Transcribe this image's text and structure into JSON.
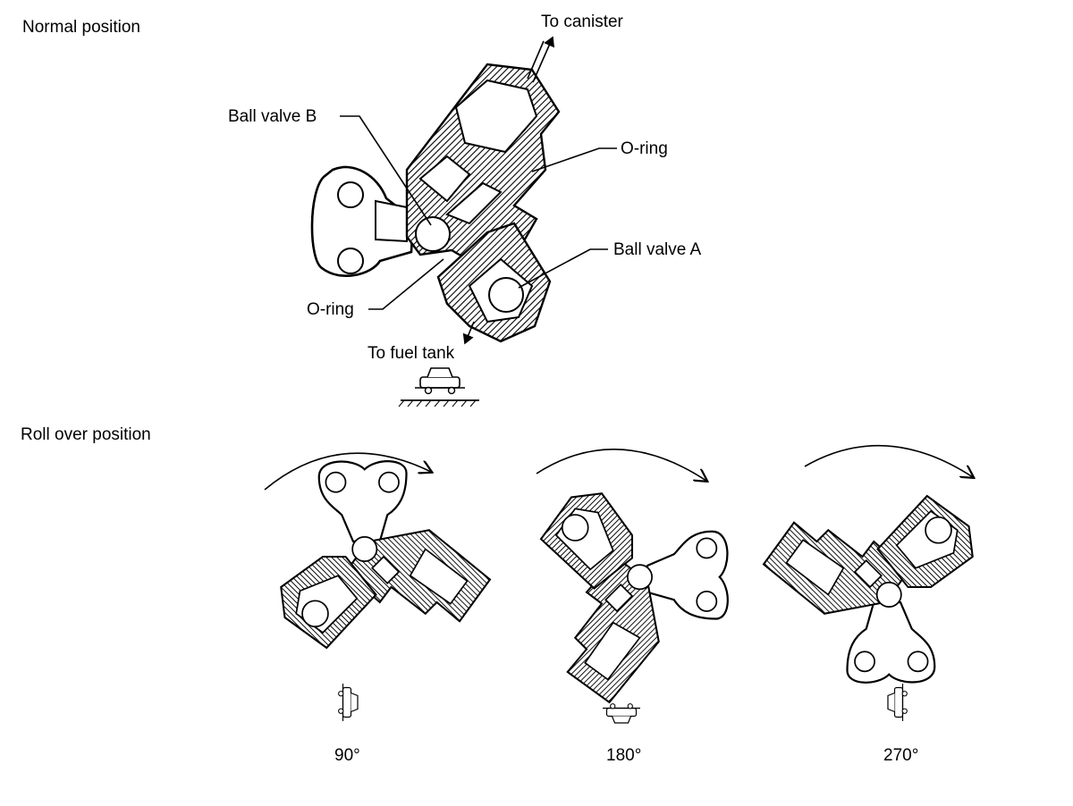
{
  "sections": {
    "normal": "Normal position",
    "rollover": "Roll over position"
  },
  "labels": {
    "to_canister": "To canister",
    "ball_valve_b": "Ball valve B",
    "o_ring_right": "O-ring",
    "ball_valve_a": "Ball valve A",
    "o_ring_left": "O-ring",
    "to_fuel_tank": "To fuel tank"
  },
  "angles": [
    "90°",
    "180°",
    "270°"
  ]
}
